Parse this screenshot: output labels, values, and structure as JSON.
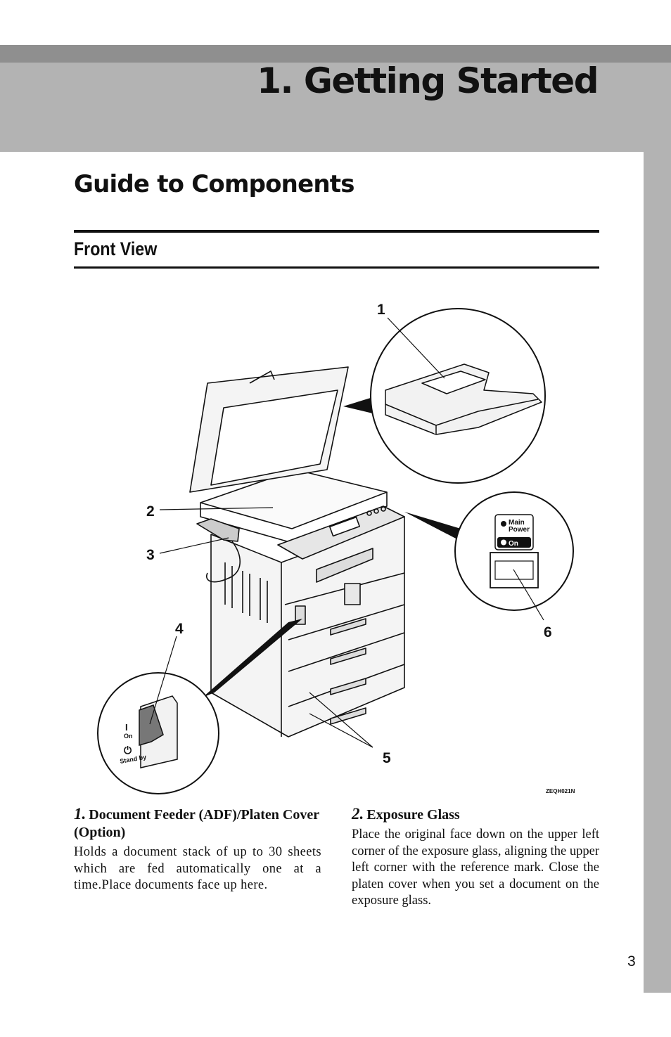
{
  "chapter": {
    "title": "1. Getting Started"
  },
  "section": {
    "title": "Guide to Components"
  },
  "subsection": {
    "title": "Front View"
  },
  "figure": {
    "callouts": [
      "1",
      "2",
      "3",
      "4",
      "5",
      "6"
    ],
    "code": "ZEQH021N",
    "power_indicator": {
      "label_line1": "Main",
      "label_line2": "Power",
      "on_label": "On"
    },
    "switch_labels": {
      "on_symbol": "I",
      "on_text": "On",
      "standby_symbol": "⏻",
      "standby_text": "Stand by"
    }
  },
  "items": [
    {
      "number": "1.",
      "title": "Document Feeder (ADF)/Platen Cover (Option)",
      "body": "Holds a document stack of up to 30 sheets which are fed automatically one at a time.Place documents face up here."
    },
    {
      "number": "2.",
      "title": "Exposure Glass",
      "body": "Place the original face down on the upper left corner of the exposure glass, aligning the upper left corner with the reference mark. Close the platen cover when you set a document on the exposure glass."
    }
  ],
  "page": {
    "number": "3"
  }
}
